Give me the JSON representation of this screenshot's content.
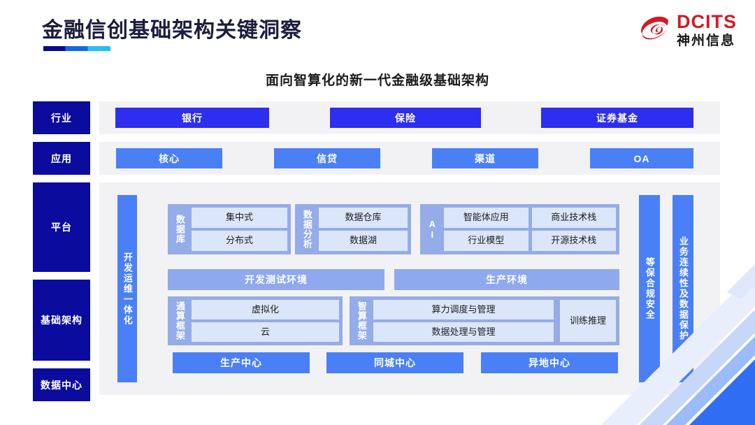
{
  "header": {
    "title": "金融信创基础架构关键洞察",
    "logo": {
      "mark": "dcits-swirl-icon",
      "en": "DCITS",
      "cn": "神州信息",
      "brand_color": "#d41925"
    }
  },
  "subtitle": "面向智算化的新一代金融级基础架构",
  "colors": {
    "rail": "#0b0b9e",
    "panel": "#f2f2f4",
    "industry": "#2e2ef0",
    "application": "#4a80f7",
    "group": "#94ace8",
    "cell": "#dce6fb",
    "env": "#8fa9ef"
  },
  "rail": {
    "items": [
      {
        "label": "行业"
      },
      {
        "label": "应用"
      },
      {
        "label": "平台"
      },
      {
        "label": "基础架构"
      },
      {
        "label": "数据中心"
      }
    ]
  },
  "industry": {
    "items": [
      {
        "label": "银行"
      },
      {
        "label": "保险"
      },
      {
        "label": "证券基金"
      }
    ]
  },
  "application": {
    "items": [
      {
        "label": "核心"
      },
      {
        "label": "信贷"
      },
      {
        "label": "渠道"
      },
      {
        "label": "OA"
      }
    ]
  },
  "devops": {
    "label": "开发运维一体化"
  },
  "side_bars": [
    {
      "label": "等保合规安全"
    },
    {
      "label": "业务连续性及数据保护"
    }
  ],
  "platform": {
    "groups": [
      {
        "label": "数据库",
        "cells": [
          "集中式",
          "分布式"
        ]
      },
      {
        "label": "数据分析",
        "cells": [
          "数据仓库",
          "数据湖"
        ]
      },
      {
        "label": "AI",
        "row1": [
          "智能体应用",
          "商业技术栈"
        ],
        "row2": [
          "行业模型",
          "开源技术栈"
        ]
      }
    ],
    "environments": [
      "开发测试环境",
      "生产环境"
    ]
  },
  "infrastructure": {
    "general_frame": {
      "label": "通算框架",
      "cells": [
        "虚拟化",
        "云"
      ]
    },
    "intelligent_frame": {
      "label": "智算框架",
      "cells": [
        "算力调度与管理",
        "数据处理与管理"
      ],
      "side_cell": "训练\n推理"
    }
  },
  "data_centers": [
    "生产中心",
    "同城中心",
    "异地中心"
  ]
}
